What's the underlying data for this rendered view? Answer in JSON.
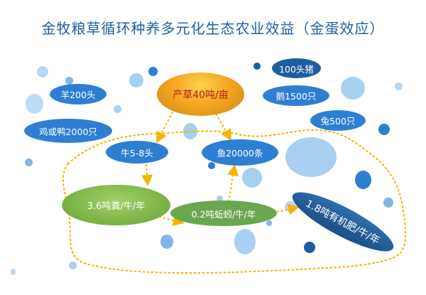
{
  "title": "金牧粮草循环种养多元化生态农业效益（金蛋效应）",
  "nodes": {
    "center": "产草40吨/亩",
    "pig": "100头猪",
    "sheep": "羊200头",
    "goose": "鹅1500只",
    "chicken": "鸡或鸭2000只",
    "rabbit": "兔500只",
    "cattle": "牛5-8头",
    "fish": "鱼20000条",
    "manure": "3.6吨粪/牛/年",
    "earthworm": "0.2吨蚯蚓/牛/年",
    "fertilizer": "1.8吨有机肥/牛/年"
  },
  "colors": {
    "title": "#1f5f9f",
    "pill": "#2e7fd3",
    "center": "#f4a623",
    "center_text": "#b71c1c",
    "green": "#7db547",
    "dark_blue": "#1f5e9e",
    "arrow": "#f4b400"
  }
}
